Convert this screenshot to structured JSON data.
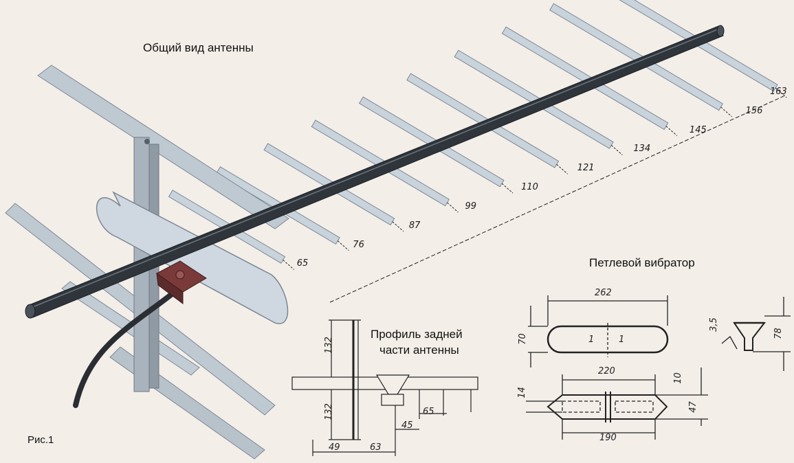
{
  "labels": {
    "general_view": "Общий вид антенны",
    "loop_vibrator": "Петлевой вибратор",
    "profile_line1": "Профиль задней",
    "profile_line2": "части антенны",
    "figure": "Рис.1"
  },
  "element_lengths": [
    "65",
    "76",
    "87",
    "99",
    "110",
    "121",
    "134",
    "145",
    "156",
    "163"
  ],
  "profile_dims": {
    "upper": "132",
    "lower": "132",
    "left": "49",
    "right": "63",
    "spacing_a": "65",
    "spacing_b": "45"
  },
  "vibrator_dims": {
    "total": "262",
    "height": "70",
    "mark_left": "1",
    "mark_right": "1",
    "bottom_top": "220",
    "bottom_bottom": "190",
    "bottom_left": "14",
    "bottom_right_top": "10",
    "bottom_right": "47",
    "clamp_left": "3,5",
    "clamp_right": "78"
  },
  "colors": {
    "background": "#f3eee8",
    "metal_light": "#c9d3dc",
    "metal_mid": "#9aa6b2",
    "boom": "#2f353b",
    "connector": "#7a3a3a",
    "line": "#222222"
  }
}
